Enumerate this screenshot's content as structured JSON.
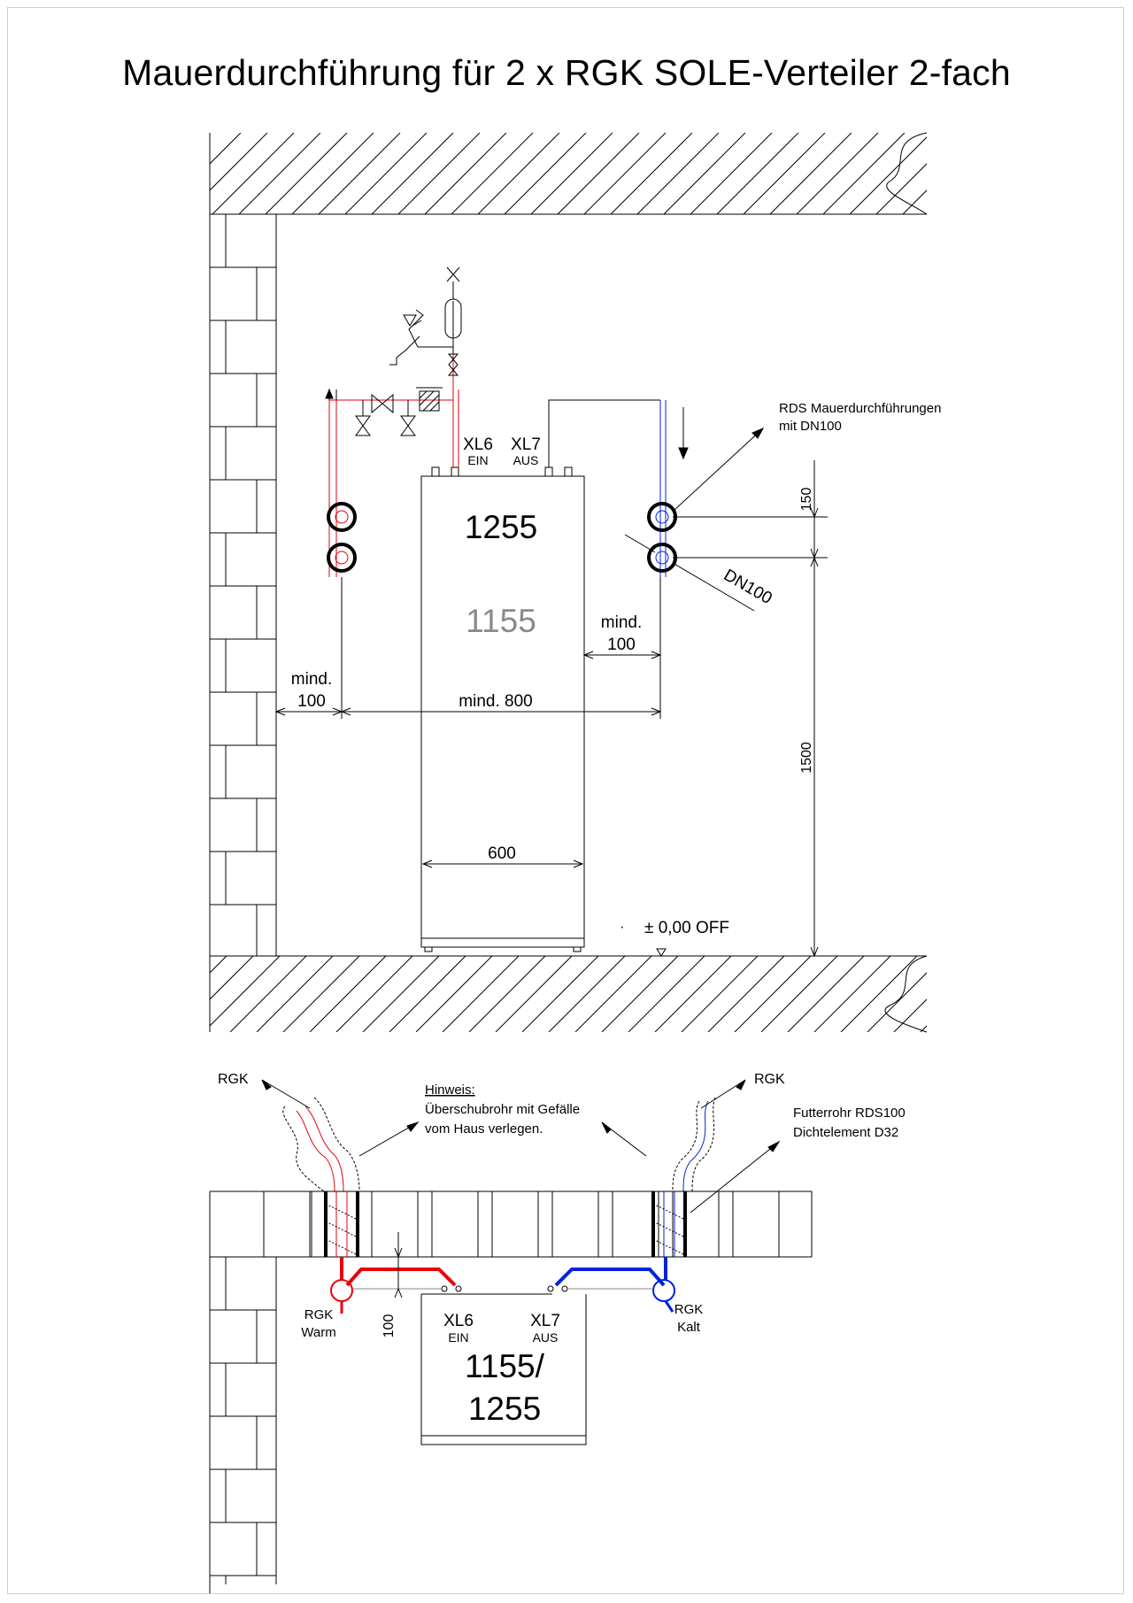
{
  "title": "Mauerdurchführung für 2 x RGK SOLE-Verteiler 2-fach",
  "elevation": {
    "connection_ein": "XL6",
    "connection_ein_sub": "EIN",
    "connection_aus": "XL7",
    "connection_aus_sub": "AUS",
    "model_primary": "1255",
    "model_secondary": "1155",
    "callout_rds": "RDS Mauerdurchführungen",
    "callout_rds_2": "mit DN100",
    "label_dn100": "DN100",
    "dim_150": "150",
    "dim_1500": "1500",
    "dim_mind_right_1": "mind.",
    "dim_mind_right_2": "100",
    "dim_mind_left_1": "mind.",
    "dim_mind_left_2": "100",
    "dim_mind_800": "mind. 800",
    "dim_600": "600",
    "datum_label": "± 0,00 OFF",
    "datum_dot": "·"
  },
  "plan": {
    "rgk_left": "RGK",
    "rgk_right": "RGK",
    "note_title": "Hinweis:",
    "note_line1": "Überschubrohr mit Gefälle",
    "note_line2": "vom Haus verlegen.",
    "futter_line1": "Futterrohr RDS100",
    "futter_line2": "Dichtelement D32",
    "rgk_warm_1": "RGK",
    "rgk_warm_2": "Warm",
    "rgk_kalt_1": "RGK",
    "rgk_kalt_2": "Kalt",
    "dim_100": "100",
    "xl6": "XL6",
    "xl6_sub": "EIN",
    "xl7": "XL7",
    "xl7_sub": "AUS",
    "model_line1": "1155/",
    "model_line2": "1255"
  },
  "colors": {
    "warm": "#e8000b",
    "kalt": "#0022dd",
    "line": "#000000",
    "faded": "#8a8a8a"
  }
}
